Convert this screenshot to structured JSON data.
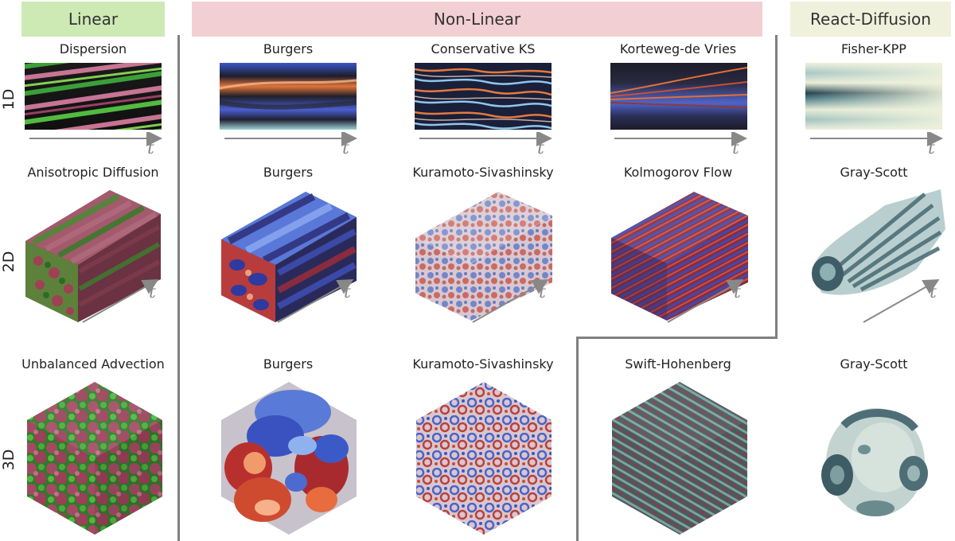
{
  "headers": {
    "linear": "Linear",
    "nonlinear": "Non-Linear",
    "react": "React-Diffusion"
  },
  "colors": {
    "linear_bg": "#cdeab4",
    "nonlinear_bg": "#f2cfd3",
    "react_bg": "#eff1dc",
    "separator": "#808080"
  },
  "rows": [
    "1D",
    "2D",
    "3D"
  ],
  "time_symbol": "t",
  "panels": {
    "r1": [
      "Dispersion",
      "Burgers",
      "Conservative KS",
      "Korteweg-de Vries",
      "Fisher-KPP"
    ],
    "r2": [
      "Anisotropic Diffusion",
      "Burgers",
      "Kuramoto-Sivashinsky",
      "Kolmogorov Flow",
      "Gray-Scott"
    ],
    "r3": [
      "Unbalanced Advection",
      "Burgers",
      "Kuramoto-Sivashinsky",
      "Swift-Hohenberg",
      "Gray-Scott"
    ]
  }
}
